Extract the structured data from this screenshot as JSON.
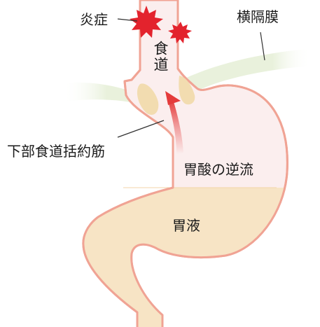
{
  "labels": {
    "inflammation": "炎症",
    "esophagus": "食道",
    "diaphragm": "横隔膜",
    "lower_esophageal_sphincter": "下部食道括約筋",
    "acid_reflux": "胃酸の逆流",
    "gastric_juice": "胃液"
  },
  "colors": {
    "outline": "#f0a394",
    "stomach_fill": "#fbeeee",
    "gastric_juice_fill": "#f7e4c5",
    "esophagus_fill": "#fbeeee",
    "diaphragm_fill": "#e9f1dc",
    "sphincter_fill": "#f2dcb0",
    "inflammation_burst": "#e3232d",
    "reflux_arrow": "#e43b3b",
    "leader_line": "#333333"
  }
}
